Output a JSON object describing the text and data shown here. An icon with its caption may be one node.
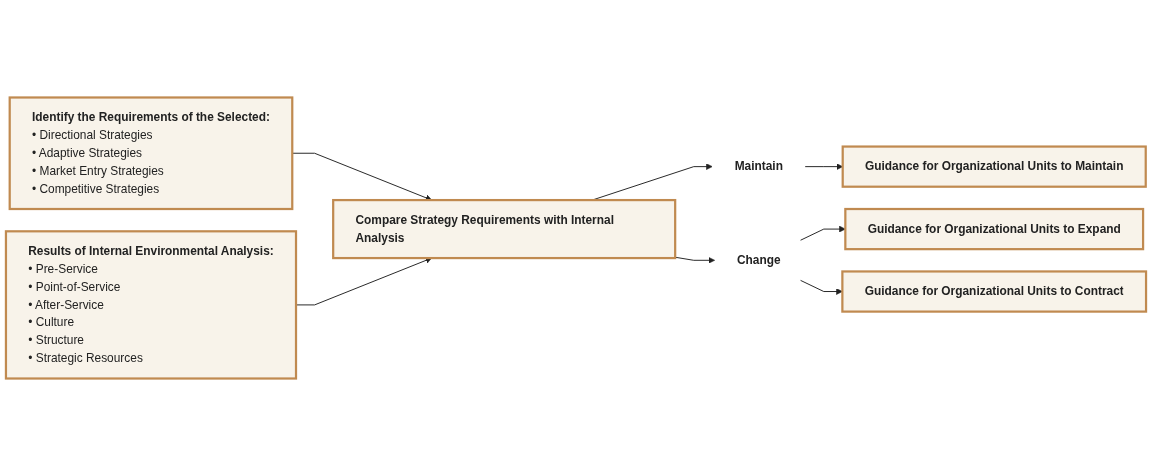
{
  "diagram": {
    "nodes": [
      {
        "text": [
          "Identify the Requirements of the Selected:",
          "• Directional Strategies",
          "• Adaptive Strategies",
          "• Market Entry Strategies",
          "• Competitive Strategies"
        ]
      },
      {
        "text": [
          "Results of Internal Environmental Analysis:",
          "• Pre-Service",
          "• Point-of-Service",
          "• After-Service",
          "• Culture",
          "• Structure",
          "• Strategic Resources"
        ]
      },
      {
        "text": [
          "Compare Strategy Requirements with Internal Analysis"
        ]
      },
      {
        "text": [
          "Maintain"
        ]
      },
      {
        "text": [
          "Change"
        ]
      },
      {
        "text": [
          "Guidance for Organizational Units to Maintain"
        ]
      },
      {
        "text": [
          "Guidance for Organizational Units to Expand"
        ]
      },
      {
        "text": [
          "Guidance for Organizational Units to Contract"
        ]
      }
    ],
    "edges": [
      {
        "from": 0,
        "to": 2,
        "arrow": "to"
      },
      {
        "from": 1,
        "to": 2,
        "arrow": "to"
      },
      {
        "from": 2,
        "to": 3,
        "arrow": "to"
      },
      {
        "from": 2,
        "to": 4,
        "arrow": "to"
      },
      {
        "from": 3,
        "to": 5,
        "arrow": "to"
      },
      {
        "from": 4,
        "to": 6,
        "arrow": "to"
      },
      {
        "from": 4,
        "to": 7,
        "arrow": "to"
      }
    ]
  }
}
